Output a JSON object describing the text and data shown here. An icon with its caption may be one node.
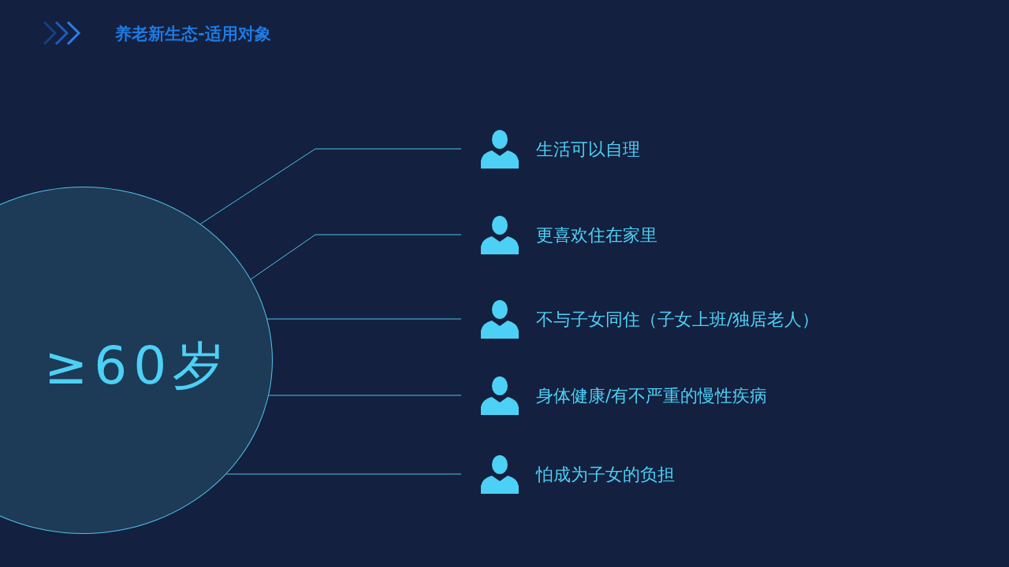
{
  "diagram": {
    "title": "养老新生态-适用对象",
    "nodes": [
      {
        "text": [
          "≥60岁"
        ]
      },
      {
        "text": [
          "生活可以自理"
        ]
      },
      {
        "text": [
          "更喜欢住在家里"
        ]
      },
      {
        "text": [
          "不与子女同住（子女上班/独居老人）"
        ]
      },
      {
        "text": [
          "身体健康/有不严重的慢性疾病"
        ]
      },
      {
        "text": [
          "怕成为子女的负担"
        ]
      }
    ],
    "edges": [
      {
        "from": 0,
        "to": 1,
        "arrow": "none"
      },
      {
        "from": 0,
        "to": 2,
        "arrow": "none"
      },
      {
        "from": 0,
        "to": 3,
        "arrow": "none"
      },
      {
        "from": 0,
        "to": 4,
        "arrow": "none"
      },
      {
        "from": 0,
        "to": 5,
        "arrow": "none"
      }
    ]
  }
}
